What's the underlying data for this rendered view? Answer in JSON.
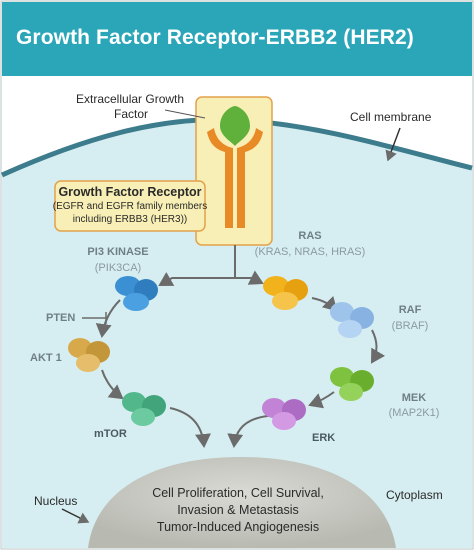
{
  "title": "Growth Factor Receptor-ERBB2 (HER2)",
  "labels": {
    "growth_factor": [
      "Extracellular Growth",
      "Factor"
    ],
    "cell_membrane": "Cell membrane",
    "receptor_title": "Growth Factor Receptor",
    "receptor_sub": [
      "(EGFR and EGFR family members",
      "including ERBB3 (HER3))"
    ],
    "pi3k": "PI3 KINASE",
    "pi3k_sub": "(PIK3CA)",
    "ras": "RAS",
    "ras_sub": "(KRAS, NRAS, HRAS)",
    "raf": "RAF",
    "raf_sub": "(BRAF)",
    "mek": "MEK",
    "mek_sub": "(MAP2K1)",
    "erk": "ERK",
    "pten": "PTEN",
    "akt": "AKT 1",
    "mtor": "mTOR",
    "nucleus": "Nucleus",
    "cytoplasm": "Cytoplasm",
    "outcome": [
      "Cell Proliferation, Cell Survival,",
      "Invasion & Metastasis",
      "Tumor-Induced Angiogenesis"
    ]
  },
  "colors": {
    "title_bar": "#2aa6b8",
    "cytoplasm": "#d6eef1",
    "membrane": "#3d7c8c",
    "receptor": "#e88a25",
    "ligand": "#5fb13c",
    "receptor_box": "#f8efb6",
    "pi3k": "#3b8fd3",
    "ras": "#f2b21c",
    "raf": "#9fc4ec",
    "mek": "#7ec240",
    "erk": "#c283d6",
    "akt": "#d7a94a",
    "mtor": "#52b88c",
    "nucleus": "#c9cbc4"
  }
}
